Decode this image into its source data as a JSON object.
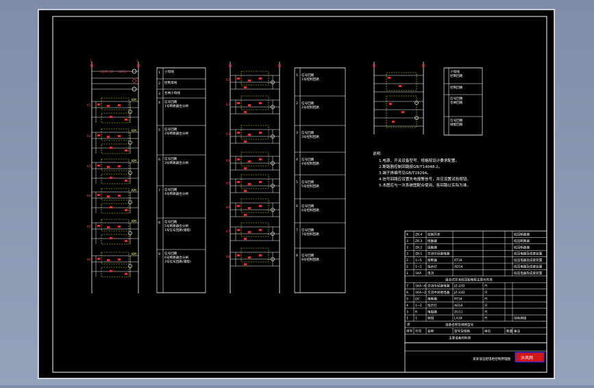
{
  "colors": {
    "background": "#000000",
    "frame": "#ffffff",
    "bus_red": "#ff2020",
    "label_yellow": "#ffff40",
    "dashed_box": "#e8e800",
    "logo_red": "#d01818",
    "logo_border": "#0000cc"
  },
  "diagram_a": {
    "bus_labels": [
      "220V 10",
      "8A(1)"
    ],
    "rows": [
      "小母线",
      "控制母线",
      "合闸小母线",
      "信号回路\n1号断路器合分闸",
      "信号回路\n2号断路器合分闸",
      "信号回路\n3号断路器合分闸",
      "信号回路\n4号断路器合分闸",
      "信号回路\n5号断路器合分闸\n1号信号回路(储能)",
      "信号回路\n6号断路器合分闸\n2号信号回路(储能)"
    ]
  },
  "diagram_b": {
    "rows": [
      "信号回路\n1号控制回路",
      "信号回路\n2号控制回路",
      "信号回路\n3号控制回路",
      "信号回路\n4号控制回路",
      "信号回路\n5号控制回路",
      "信号回路\n6号控制回路",
      "信号回路\n7号控制回路",
      "信号回路\n8号控制回路"
    ]
  },
  "diagram_c": {
    "rows": [
      "小母线\n控制回路",
      "控制回路",
      "信号回路\n合闸回路",
      "信号回路\n储能回路"
    ]
  },
  "notes": {
    "title": "说明:",
    "lines": [
      "1.电源、开关设备型号、规格按设计要求配置。",
      "2.断路器控制回路按GB/T14048.2。",
      "3.端子排编号见GB/T19294。",
      "4.信号回路应设置失电报警信号，并应设置试验按钮。",
      "5.本图应与一次系统图配合使用，各回路以实际为准。"
    ]
  },
  "parts_table": {
    "rows": [
      {
        "no": "4",
        "code": "ZK-4",
        "name": "控制开关",
        "spec": "",
        "qty": "",
        "note": "低压断路器"
      },
      {
        "no": "3",
        "code": "ZK-3",
        "name": "接触器",
        "spec": "",
        "qty": "",
        "note": "低压断路器"
      },
      {
        "no": "3",
        "code": "ZK-2",
        "name": "接触器",
        "spec": "",
        "qty": "",
        "note": "低压断路器"
      },
      {
        "no": "3",
        "code": "ZK-1",
        "name": "交流中间继电器",
        "spec": "",
        "qty": "",
        "note": "低压电器及成套装置"
      },
      {
        "no": "2",
        "code": "1~5",
        "name": "熔断器",
        "spec": "RT18",
        "qty": "",
        "note": "低压电器及成套装置"
      },
      {
        "no": "2",
        "code": "1~2",
        "name": "指示灯",
        "spec": "AD16",
        "qty": "",
        "note": "低压电器及成套装置"
      },
      {
        "no": "1",
        "code": "1KA",
        "name": "电流",
        "spec": "",
        "qty": "",
        "note": "低压电器及成套装置"
      }
    ],
    "mid_title": "组合式交流低压配电柜主要元件表",
    "rows2": [
      {
        "no": "7",
        "code": "1KA~6",
        "name": "交流中间继电器",
        "spec": "JZ-22D",
        "qty": "只",
        "note": ""
      },
      {
        "no": "6",
        "code": "1KA~2",
        "name": "交流中间继电器",
        "spec": "JZ-22D",
        "qty": "只",
        "note": ""
      },
      {
        "no": "5",
        "code": "DC",
        "name": "熔断器",
        "spec": "RT18",
        "qty": "只",
        "note": ""
      },
      {
        "no": "4",
        "code": "1~2",
        "name": "指示灯",
        "spec": "AD16",
        "qty": "只",
        "note": ""
      },
      {
        "no": "3",
        "code": "R",
        "name": "电阻器",
        "spec": "ZG11",
        "qty": "只",
        "note": ""
      },
      {
        "no": "1",
        "code": "1",
        "name": "按钮",
        "spec": "LA38",
        "qty": "只",
        "note": "绿色按钮"
      }
    ],
    "header2": [
      "序",
      "设备名称及规格型号"
    ],
    "header": [
      "序号",
      "代号",
      "名称",
      "型号及规格",
      "单位",
      "数量",
      "备注"
    ],
    "footer": "主要设备材料表",
    "title_block_text": "某某低压配电柜控制原理图",
    "logo_text": "沐风网"
  }
}
